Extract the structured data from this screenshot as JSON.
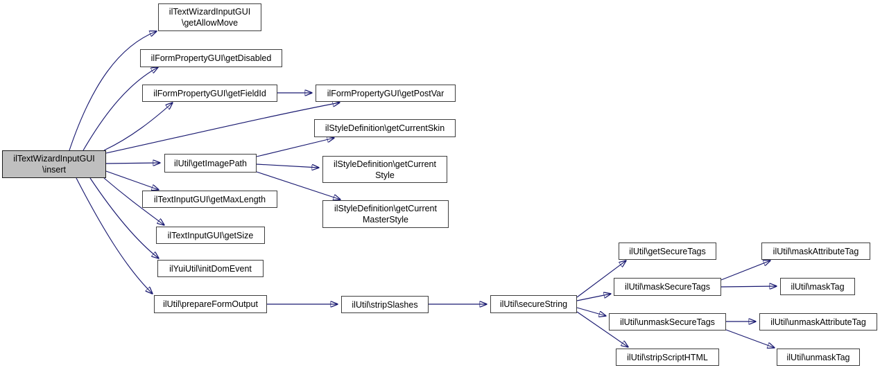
{
  "diagram": {
    "type": "call-graph",
    "root": "ilTextWizardInputGUI\\insert",
    "colors": {
      "background": "#ffffff",
      "edge": "#191970",
      "node_border": "#3d3d3d",
      "node_fill": "#ffffff",
      "highlight_fill": "#bfbfbf",
      "text": "#000000"
    },
    "nodes": [
      {
        "id": "insert",
        "label": "ilTextWizardInputGUI\n\\insert",
        "highlight": true
      },
      {
        "id": "getAllowMove",
        "label": "ilTextWizardInputGUI\n\\getAllowMove",
        "highlight": false
      },
      {
        "id": "getDisabled",
        "label": "ilFormPropertyGUI\\getDisabled",
        "highlight": false
      },
      {
        "id": "getFieldId",
        "label": "ilFormPropertyGUI\\getFieldId",
        "highlight": false
      },
      {
        "id": "getPostVar",
        "label": "ilFormPropertyGUI\\getPostVar",
        "highlight": false
      },
      {
        "id": "getCurrentSkin",
        "label": "ilStyleDefinition\\getCurrentSkin",
        "highlight": false
      },
      {
        "id": "getImagePath",
        "label": "ilUtil\\getImagePath",
        "highlight": false
      },
      {
        "id": "getCurrentStyle",
        "label": "ilStyleDefinition\\getCurrent\nStyle",
        "highlight": false
      },
      {
        "id": "getMaxLength",
        "label": "ilTextInputGUI\\getMaxLength",
        "highlight": false
      },
      {
        "id": "getCurrentMasterStyle",
        "label": "ilStyleDefinition\\getCurrent\nMasterStyle",
        "highlight": false
      },
      {
        "id": "getSize",
        "label": "ilTextInputGUI\\getSize",
        "highlight": false
      },
      {
        "id": "initDomEvent",
        "label": "ilYuiUtil\\initDomEvent",
        "highlight": false
      },
      {
        "id": "prepareFormOutput",
        "label": "ilUtil\\prepareFormOutput",
        "highlight": false
      },
      {
        "id": "stripSlashes",
        "label": "ilUtil\\stripSlashes",
        "highlight": false
      },
      {
        "id": "secureString",
        "label": "ilUtil\\secureString",
        "highlight": false
      },
      {
        "id": "getSecureTags",
        "label": "ilUtil\\getSecureTags",
        "highlight": false
      },
      {
        "id": "maskSecureTags",
        "label": "ilUtil\\maskSecureTags",
        "highlight": false
      },
      {
        "id": "unmaskSecureTags",
        "label": "ilUtil\\unmaskSecureTags",
        "highlight": false
      },
      {
        "id": "stripScriptHTML",
        "label": "ilUtil\\stripScriptHTML",
        "highlight": false
      },
      {
        "id": "maskAttributeTag",
        "label": "ilUtil\\maskAttributeTag",
        "highlight": false
      },
      {
        "id": "maskTag",
        "label": "ilUtil\\maskTag",
        "highlight": false
      },
      {
        "id": "unmaskAttributeTag",
        "label": "ilUtil\\unmaskAttributeTag",
        "highlight": false
      },
      {
        "id": "unmaskTag",
        "label": "ilUtil\\unmaskTag",
        "highlight": false
      }
    ],
    "edges": [
      {
        "from": "insert",
        "to": "getAllowMove"
      },
      {
        "from": "insert",
        "to": "getDisabled"
      },
      {
        "from": "insert",
        "to": "getFieldId"
      },
      {
        "from": "insert",
        "to": "getPostVar"
      },
      {
        "from": "insert",
        "to": "getImagePath"
      },
      {
        "from": "insert",
        "to": "getMaxLength"
      },
      {
        "from": "insert",
        "to": "getSize"
      },
      {
        "from": "insert",
        "to": "initDomEvent"
      },
      {
        "from": "insert",
        "to": "prepareFormOutput"
      },
      {
        "from": "getFieldId",
        "to": "getPostVar"
      },
      {
        "from": "getImagePath",
        "to": "getCurrentSkin"
      },
      {
        "from": "getImagePath",
        "to": "getCurrentStyle"
      },
      {
        "from": "getImagePath",
        "to": "getCurrentMasterStyle"
      },
      {
        "from": "prepareFormOutput",
        "to": "stripSlashes"
      },
      {
        "from": "stripSlashes",
        "to": "secureString"
      },
      {
        "from": "secureString",
        "to": "getSecureTags"
      },
      {
        "from": "secureString",
        "to": "maskSecureTags"
      },
      {
        "from": "secureString",
        "to": "unmaskSecureTags"
      },
      {
        "from": "secureString",
        "to": "stripScriptHTML"
      },
      {
        "from": "maskSecureTags",
        "to": "maskAttributeTag"
      },
      {
        "from": "maskSecureTags",
        "to": "maskTag"
      },
      {
        "from": "unmaskSecureTags",
        "to": "unmaskAttributeTag"
      },
      {
        "from": "unmaskSecureTags",
        "to": "unmaskTag"
      }
    ]
  }
}
